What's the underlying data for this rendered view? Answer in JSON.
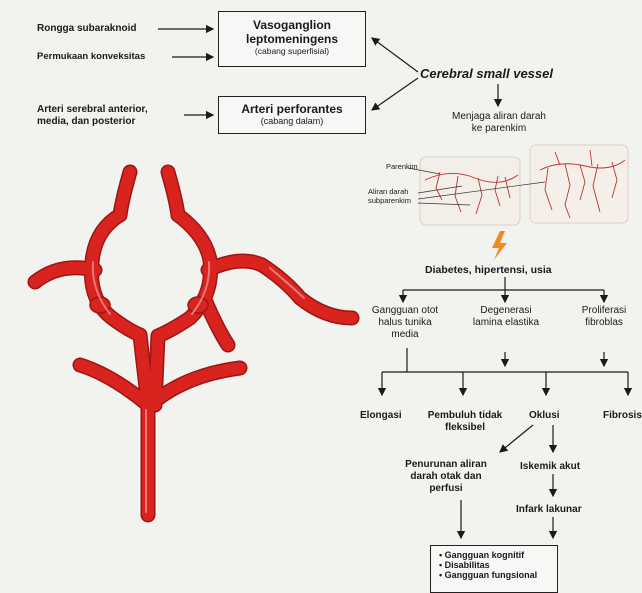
{
  "inputs": {
    "rongga": "Rongga subaraknoid",
    "permukaan": "Permukaan konveksitas",
    "arteri_line1": "Arteri serebral anterior,",
    "arteri_line2": "media, dan posterior"
  },
  "boxes": {
    "veso_line1": "Vasoganglion",
    "veso_line2": "leptomeningens",
    "veso_sub": "(cabang superfisial)",
    "perf_title": "Arteri perforantes",
    "perf_sub": "(cabang dalam)"
  },
  "csv": {
    "title": "Cerebral small vessel",
    "desc_line1": "Menjaga aliran darah",
    "desc_line2": "ke parenkim"
  },
  "illustration": {
    "parenkim": "Parenkim",
    "aliran_line1": "Aliran darah",
    "aliran_line2": "subparenkim"
  },
  "causes": "Diabetes, hipertensi, usia",
  "level2": {
    "gangguan_line1": "Gangguan otot",
    "gangguan_line2": "halus tunika",
    "gangguan_line3": "media",
    "degenerasi_line1": "Degenerasi",
    "degenerasi_line2": "lamina elastika",
    "proliferasi_line1": "Proliferasi",
    "proliferasi_line2": "fibroblas"
  },
  "level3": {
    "elongasi": "Elongasi",
    "pembuluh_line1": "Pembuluh tidak",
    "pembuluh_line2": "fleksibel",
    "oklusi": "Oklusi",
    "fibrosis": "Fibrosis"
  },
  "level4": {
    "penurunan_line1": "Penurunan aliran",
    "penurunan_line2": "darah otak dan",
    "penurunan_line3": "perfusi",
    "iskemik": "Iskemik akut",
    "infark": "Infark lakunar"
  },
  "outcomes": [
    "Gangguan kognitif",
    "Disabilitas",
    "Gangguan fungsional"
  ],
  "colors": {
    "artery": "#d8231f",
    "artery_dark": "#9e1412",
    "bolt": "#f08a1c"
  }
}
